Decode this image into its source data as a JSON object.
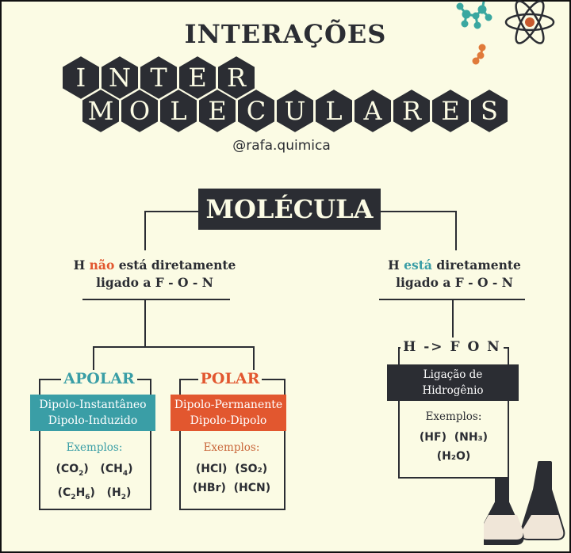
{
  "header": {
    "title": "INTERAÇÕES",
    "hex_row1": [
      "I",
      "N",
      "T",
      "E",
      "R"
    ],
    "hex_row2": [
      "M",
      "O",
      "L",
      "E",
      "C",
      "U",
      "L",
      "A",
      "R",
      "E",
      "S"
    ],
    "handle": "@rafa.quimica"
  },
  "root": {
    "label": "MOLÉCULA"
  },
  "left_condition": {
    "prefix": "H ",
    "highlight": "não",
    "suffix": " está diretamente",
    "line2": "ligado a  F - O - N"
  },
  "right_condition": {
    "prefix": "H ",
    "highlight": "está",
    "suffix": " diretamente",
    "line2": "ligado a  F - O - N"
  },
  "apolar": {
    "label": "APOLAR",
    "types": [
      "Dipolo-Instantâneo",
      "Dipolo-Induzido"
    ],
    "examples_label": "Exemplos:",
    "examples": [
      [
        "CO",
        "2",
        ""
      ],
      [
        "CH",
        "4",
        ""
      ],
      [
        "C",
        "2",
        "H",
        "6"
      ],
      [
        "H",
        "2",
        ""
      ]
    ]
  },
  "polar": {
    "label": "POLAR",
    "types": [
      "Dipolo-Permanente",
      "Dipolo-Dipolo"
    ],
    "examples_label": "Exemplos:",
    "examples": [
      "(HCl)",
      "(SO₂)",
      "(HBr)",
      "(HCN)"
    ]
  },
  "hbond": {
    "label": "H -> F O N",
    "types": [
      "Ligação de",
      "Hidrogênio"
    ],
    "examples_label": "Exemplos:",
    "examples": [
      "(HF)",
      "(NH₃)",
      "(H₂O)"
    ]
  },
  "colors": {
    "dark": "#2b2d33",
    "teal": "#3a9ea6",
    "orange": "#e2572f",
    "background": "#fbfbe4"
  }
}
